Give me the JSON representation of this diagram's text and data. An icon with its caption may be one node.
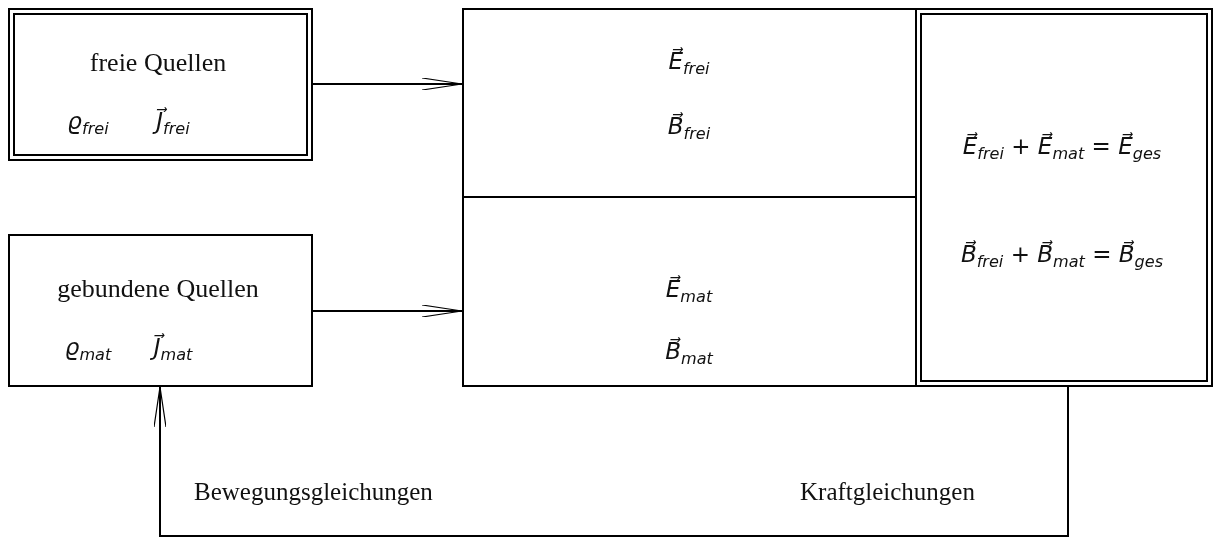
{
  "diagram": {
    "nodes": [
      {
        "text": [
          "freie Quellen",
          "ϱ$_{frei}$",
          "J⃗$_{frei}$"
        ]
      },
      {
        "text": [
          "gebundene Quellen",
          "ϱ$_{mat}$",
          "J⃗$_{mat}$"
        ]
      },
      {
        "text": [
          "E⃗$_{frei}$",
          "B⃗$_{frei}$"
        ]
      },
      {
        "text": [
          "E⃗$_{mat}$",
          "B⃗$_{mat}$"
        ]
      },
      {
        "text": [
          "E⃗$_{frei}$ + E⃗$_{mat}$ = E⃗$_{ges}$",
          "B⃗$_{frei}$ + B⃗$_{mat}$ = B⃗$_{ges}$"
        ]
      }
    ],
    "edges": [
      {
        "from": 0,
        "to": 2,
        "arrow": "to"
      },
      {
        "from": 1,
        "to": 3,
        "arrow": "to"
      },
      {
        "from": 4,
        "to": 1,
        "arrow": "to"
      }
    ],
    "labels": [
      "Bewegungsgleichungen",
      "Kraftgleichungen"
    ]
  }
}
